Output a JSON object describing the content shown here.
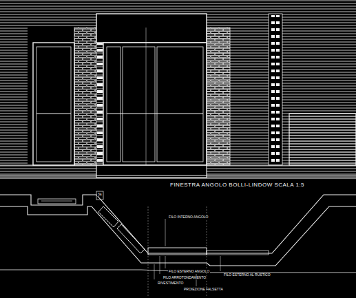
{
  "diagram": {
    "title": "FINESTRA ANGOLO BOLLI-LINDOW SCALA 1:5",
    "labels": [
      "3a",
      "FILO INTERNO ANGOLO",
      "FILO ESTERNO ANGOLO",
      "FILO ARROTONDAMENTO",
      "RIVESTIMENTO",
      "FILO ESTERNO AL RUSTICO",
      "PROIEZIONE FALSETTA"
    ]
  }
}
